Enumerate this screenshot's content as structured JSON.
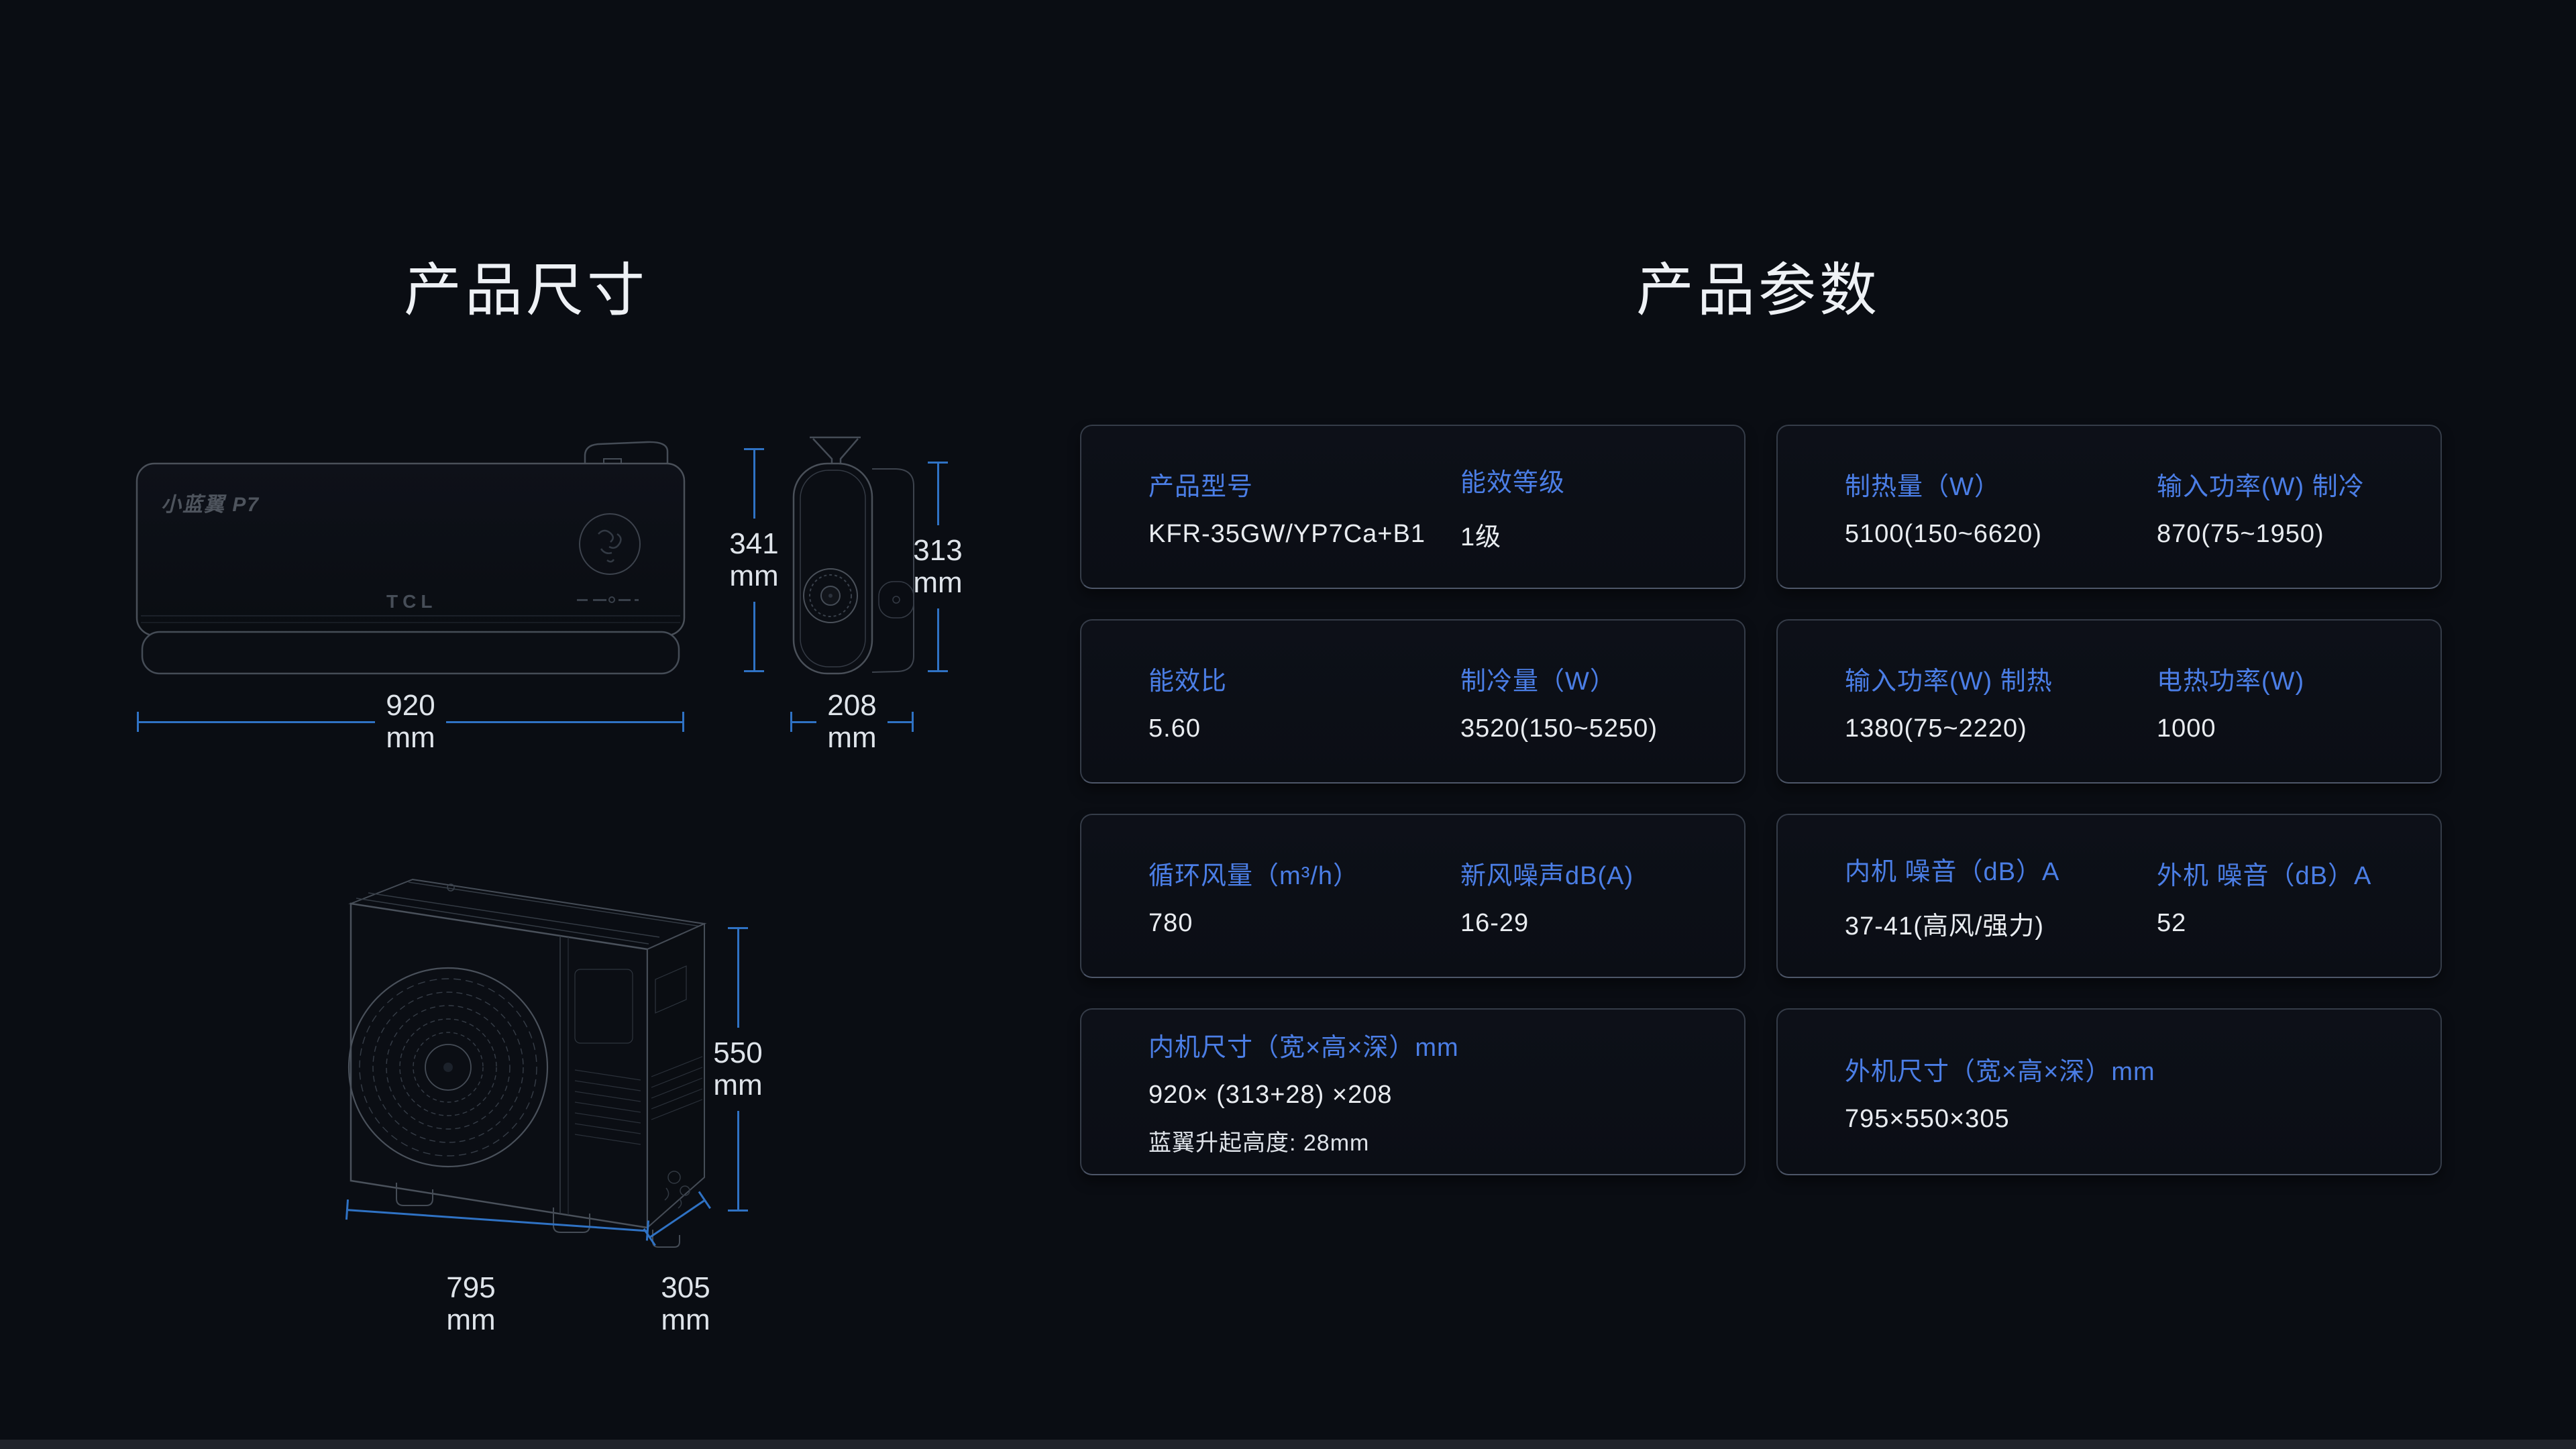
{
  "left": {
    "title": "产品尺寸",
    "indoor": {
      "wing_logo": "小蓝翼 P7",
      "brand": "TCL",
      "dim_width": {
        "value": "920",
        "unit": "mm"
      },
      "dim_height": {
        "value": "341",
        "unit": "mm"
      },
      "dim_side_height": {
        "value": "313",
        "unit": "mm"
      },
      "dim_depth": {
        "value": "208",
        "unit": "mm"
      }
    },
    "outdoor": {
      "dim_width": {
        "value": "795",
        "unit": "mm"
      },
      "dim_height": {
        "value": "550",
        "unit": "mm"
      },
      "dim_depth": {
        "value": "305",
        "unit": "mm"
      }
    }
  },
  "right": {
    "title": "产品参数",
    "cards": [
      {
        "fields": [
          {
            "label": "产品型号",
            "value": "KFR-35GW/YP7Ca+B1"
          },
          {
            "label": "能效等级",
            "value": "1级"
          }
        ]
      },
      {
        "fields": [
          {
            "label": "制热量（W）",
            "value": "5100(150~6620)"
          },
          {
            "label": "输入功率(W) 制冷",
            "value": "870(75~1950)"
          }
        ]
      },
      {
        "fields": [
          {
            "label": "能效比",
            "value": "5.60"
          },
          {
            "label": "制冷量（W）",
            "value": "3520(150~5250)"
          }
        ]
      },
      {
        "fields": [
          {
            "label": "输入功率(W) 制热",
            "value": "1380(75~2220)"
          },
          {
            "label": "电热功率(W)",
            "value": "1000"
          }
        ]
      },
      {
        "fields": [
          {
            "label": "循环风量（m³/h）",
            "value": "780"
          },
          {
            "label": "新风噪声dB(A)",
            "value": "16-29"
          }
        ]
      },
      {
        "fields": [
          {
            "label": "内机 噪音（dB）A",
            "value": "37-41(高风/强力)"
          },
          {
            "label": "外机 噪音（dB）A",
            "value": "52"
          }
        ]
      },
      {
        "fields": [
          {
            "label": "内机尺寸（宽×高×深）mm",
            "value": "920× (313+28) ×208",
            "note": "蓝翼升起高度: 28mm"
          }
        ]
      },
      {
        "fields": [
          {
            "label": "外机尺寸（宽×高×深）mm",
            "value": "795×550×305"
          }
        ]
      }
    ]
  },
  "colors": {
    "background": "#0a0d13",
    "accent_blue": "#4b7ee6",
    "dimension_line_blue": "#2f72c4",
    "text_white": "#e9ecf0"
  }
}
